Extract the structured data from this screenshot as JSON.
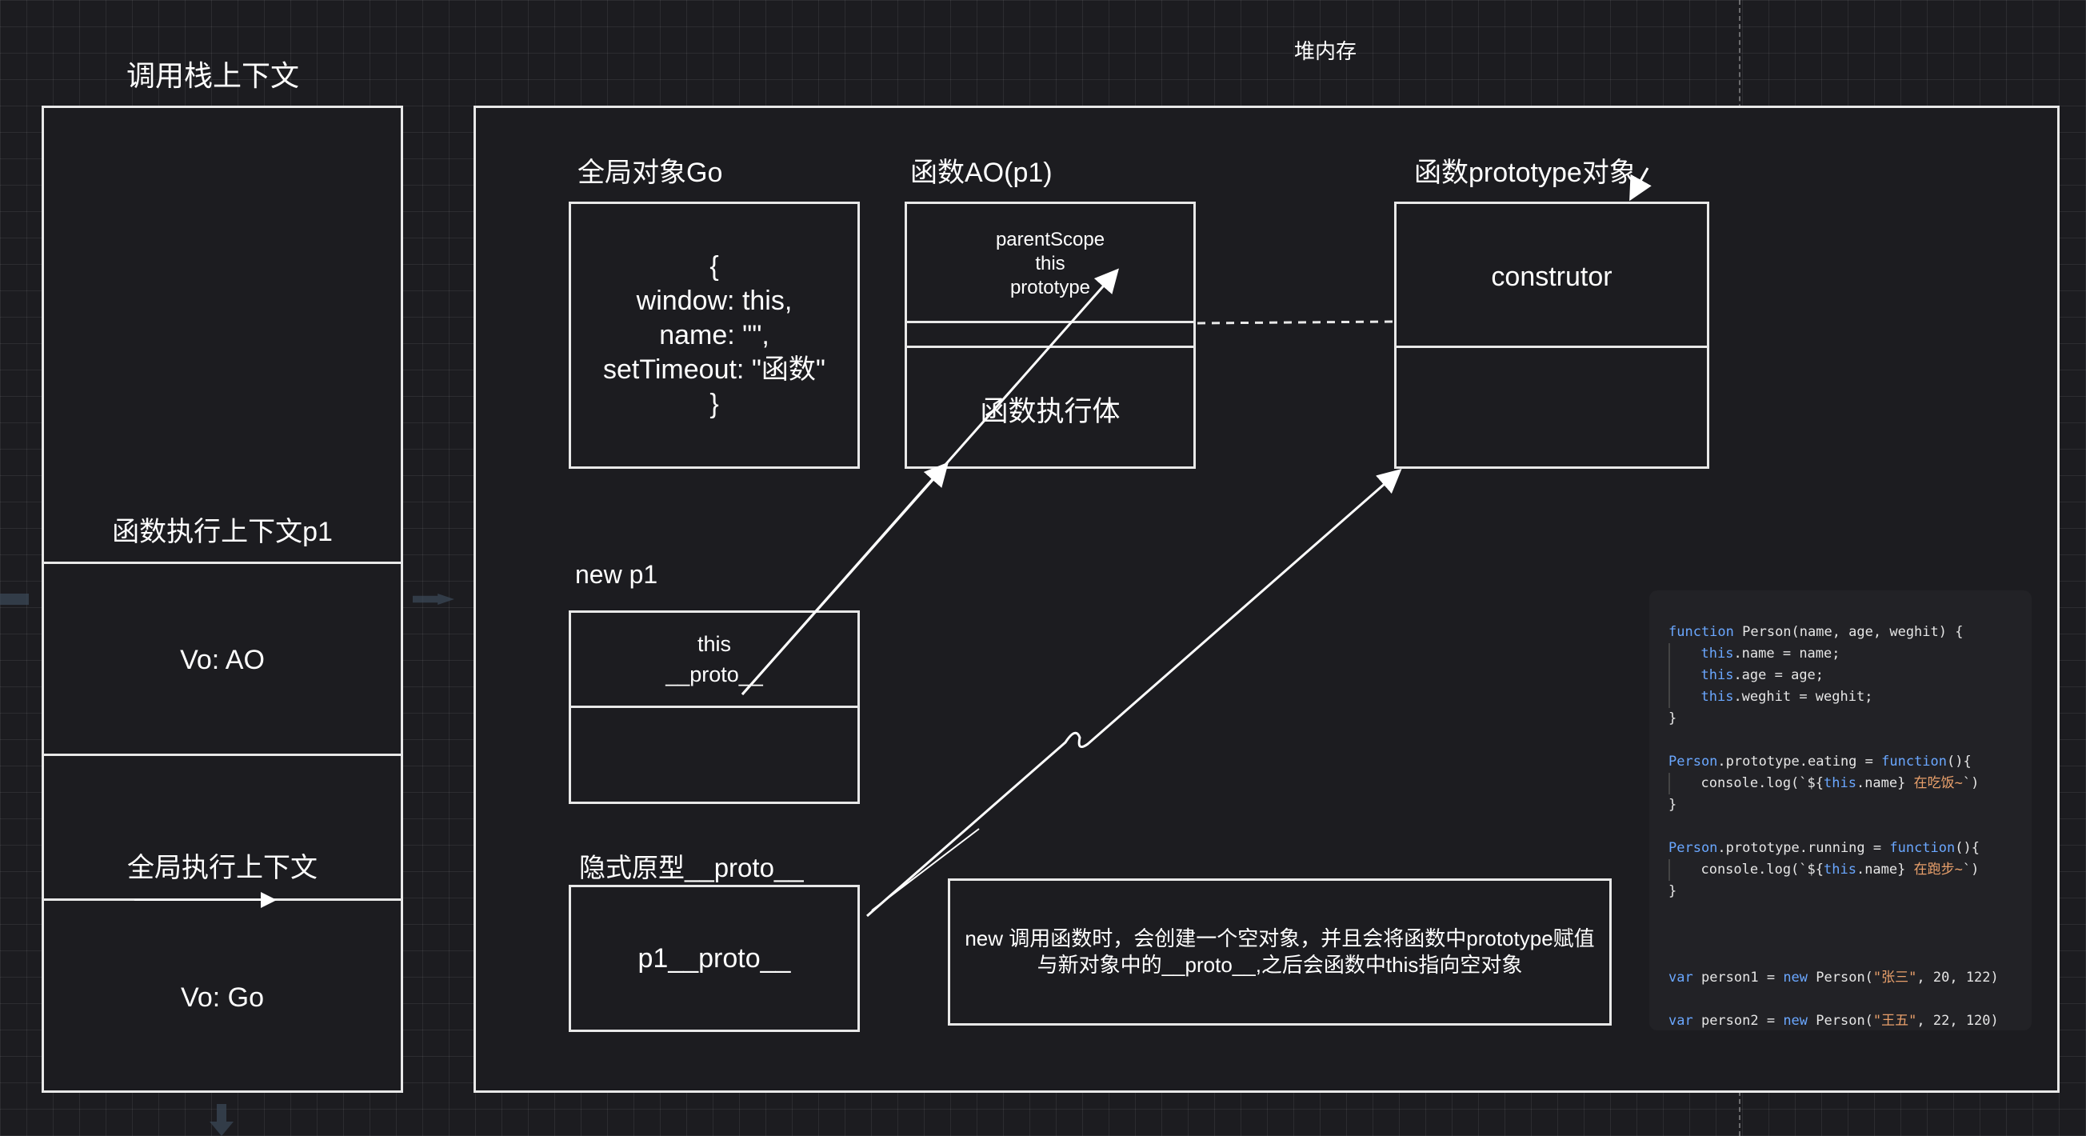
{
  "titles": {
    "call_stack": "调用栈上下文",
    "heap": "堆内存"
  },
  "call_stack": {
    "fn_context_label": "函数执行上下文p1",
    "vo_ao": "Vo: AO",
    "global_context_label": "全局执行上下文",
    "vo_go": "Vo: Go"
  },
  "heap": {
    "go": {
      "title": "全局对象Go",
      "lines": [
        "{",
        "window: this,",
        "name: \"\",",
        "setTimeout: \"函数\"",
        "}"
      ]
    },
    "ao": {
      "title": "函数AO(p1)",
      "lines": [
        "parentScope",
        "this",
        "prototype"
      ],
      "body": "函数执行体"
    },
    "prototype_obj": {
      "title": "函数prototype对象",
      "field": "construtor"
    },
    "new_p1": {
      "title": "new p1",
      "lines": [
        "this",
        "__proto__"
      ]
    },
    "implicit": {
      "title": "隐式原型__proto__",
      "field": "p1__proto__"
    },
    "note": {
      "line1": "new 调用函数时，会创建一个空对象，并且会将函数中prototype赋值",
      "line2": "与新对象中的__proto__,之后会函数中this指向空对象"
    }
  },
  "code": [
    "function Person(name, age, weghit) {",
    "  this.name = name;",
    "  this.age = age;",
    "  this.weghit = weghit;",
    "}",
    "",
    "Person.prototype.eating = function(){",
    "  console.log(`${this.name} 在吃饭~`)",
    "}",
    "",
    "Person.prototype.running = function(){",
    "  console.log(`${this.name} 在跑步~`)",
    "}",
    "",
    "",
    "",
    "var person1 = new Person(\"张三\", 20, 122)",
    "",
    "var person2 = new Person(\"王五\", 22, 120)"
  ],
  "colors": {
    "background": "#1c1c20",
    "stroke": "#e8e8e8",
    "keyword": "#6aa7ff",
    "string": "#e9a06b"
  }
}
